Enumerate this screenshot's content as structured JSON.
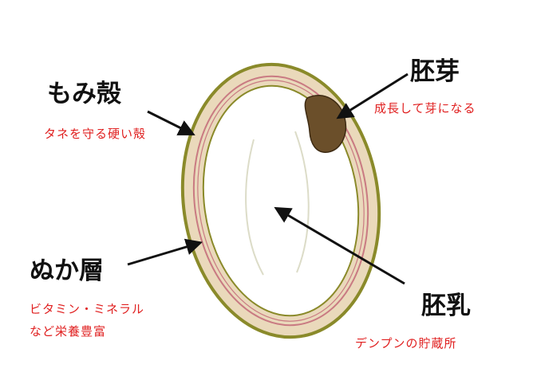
{
  "labels": {
    "husk": {
      "title": "もみ殻",
      "desc": "タネを守る硬い殻"
    },
    "germ": {
      "title": "胚芽",
      "desc": "成長して芽になる"
    },
    "bran": {
      "title": "ぬか層",
      "desc_line1": "ビタミン・ミネラル",
      "desc_line2": "など栄養豊富"
    },
    "endosperm": {
      "title": "胚乳",
      "desc": "デンプンの貯蔵所"
    }
  },
  "colors": {
    "husk_outline": "#8a8a2a",
    "husk_fill": "#ead9bb",
    "bran_line": "#c97a82",
    "endosperm_fill": "#ffffff",
    "germ_fill": "#6b4f2a",
    "title_text": "#111111",
    "desc_text": "#e02020",
    "arrow": "#111111"
  }
}
